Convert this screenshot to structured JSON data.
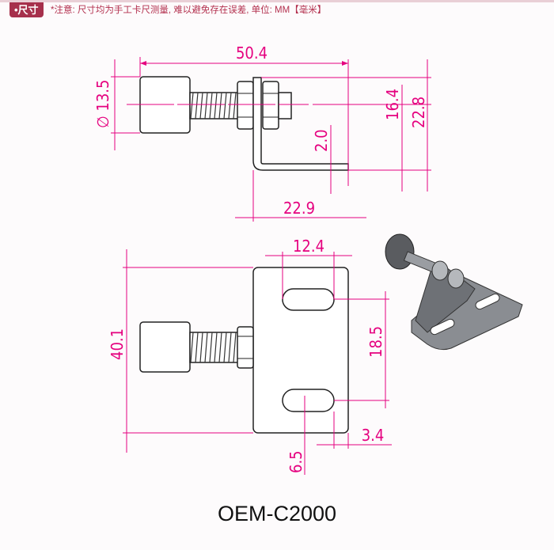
{
  "header": {
    "badge": "•尺寸",
    "note": "*注意: 尺寸均为手工卡尺测量, 难以避免存在误差, 单位: MM【毫米】"
  },
  "dimensions": {
    "overall_length": "50.4",
    "diameter": "13.5",
    "center_height": "16.4",
    "total_height": "22.8",
    "thickness": "2.0",
    "bracket_length": "22.9",
    "slot_width": "12.4",
    "plate_height": "40.1",
    "slot_spacing": "18.5",
    "edge_offset": "3.4",
    "slot_height": "6.5"
  },
  "diameter_symbol": "∅",
  "product": {
    "model": "OEM-C2000"
  },
  "colors": {
    "dimension": "#e5007f",
    "badge": "#a6304c"
  }
}
